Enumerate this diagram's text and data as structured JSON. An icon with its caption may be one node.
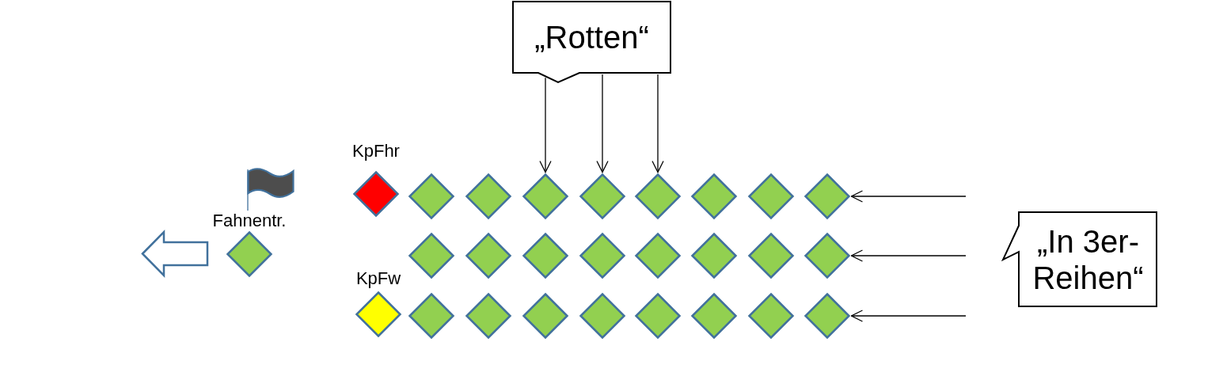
{
  "diagram": {
    "nodes": [
      {
        "text": [
          "„Rotten“"
        ]
      },
      {
        "text": [
          "KpFhr"
        ]
      },
      {
        "text": [],
        "shape": "diamond"
      },
      {
        "text": [],
        "shape": "diamond"
      },
      {
        "text": [],
        "shape": "diamond"
      },
      {
        "text": [],
        "shape": "diamond"
      },
      {
        "text": [],
        "shape": "diamond"
      },
      {
        "text": [],
        "shape": "diamond"
      },
      {
        "text": [],
        "shape": "diamond"
      },
      {
        "text": [],
        "shape": "diamond"
      },
      {
        "text": [
          "Fahnentr."
        ]
      },
      {
        "text": [],
        "shape": "diamond"
      },
      {
        "text": [],
        "shape": "diamond"
      },
      {
        "text": [],
        "shape": "diamond"
      },
      {
        "text": [],
        "shape": "diamond"
      },
      {
        "text": [],
        "shape": "diamond"
      },
      {
        "text": [],
        "shape": "diamond"
      },
      {
        "text": [],
        "shape": "diamond"
      },
      {
        "text": [],
        "shape": "diamond"
      },
      {
        "text": [
          "„In 3er-Reihen“"
        ]
      },
      {
        "text": [
          "KpFw"
        ]
      },
      {
        "text": [],
        "shape": "diamond"
      },
      {
        "text": [],
        "shape": "diamond"
      },
      {
        "text": [],
        "shape": "diamond"
      },
      {
        "text": [],
        "shape": "diamond"
      },
      {
        "text": [],
        "shape": "diamond"
      },
      {
        "text": [],
        "shape": "diamond"
      },
      {
        "text": [],
        "shape": "diamond"
      },
      {
        "text": [],
        "shape": "diamond"
      }
    ],
    "edges": [
      {
        "from": 0,
        "to": 4,
        "arrow": "to"
      },
      {
        "from": 0,
        "to": 5,
        "arrow": "to"
      },
      {
        "from": 0,
        "to": 6,
        "arrow": "to"
      },
      {
        "from": null,
        "to": 9,
        "arrow": "to"
      },
      {
        "from": null,
        "to": 18,
        "arrow": "to"
      },
      {
        "from": null,
        "to": 28,
        "arrow": "to"
      }
    ]
  }
}
